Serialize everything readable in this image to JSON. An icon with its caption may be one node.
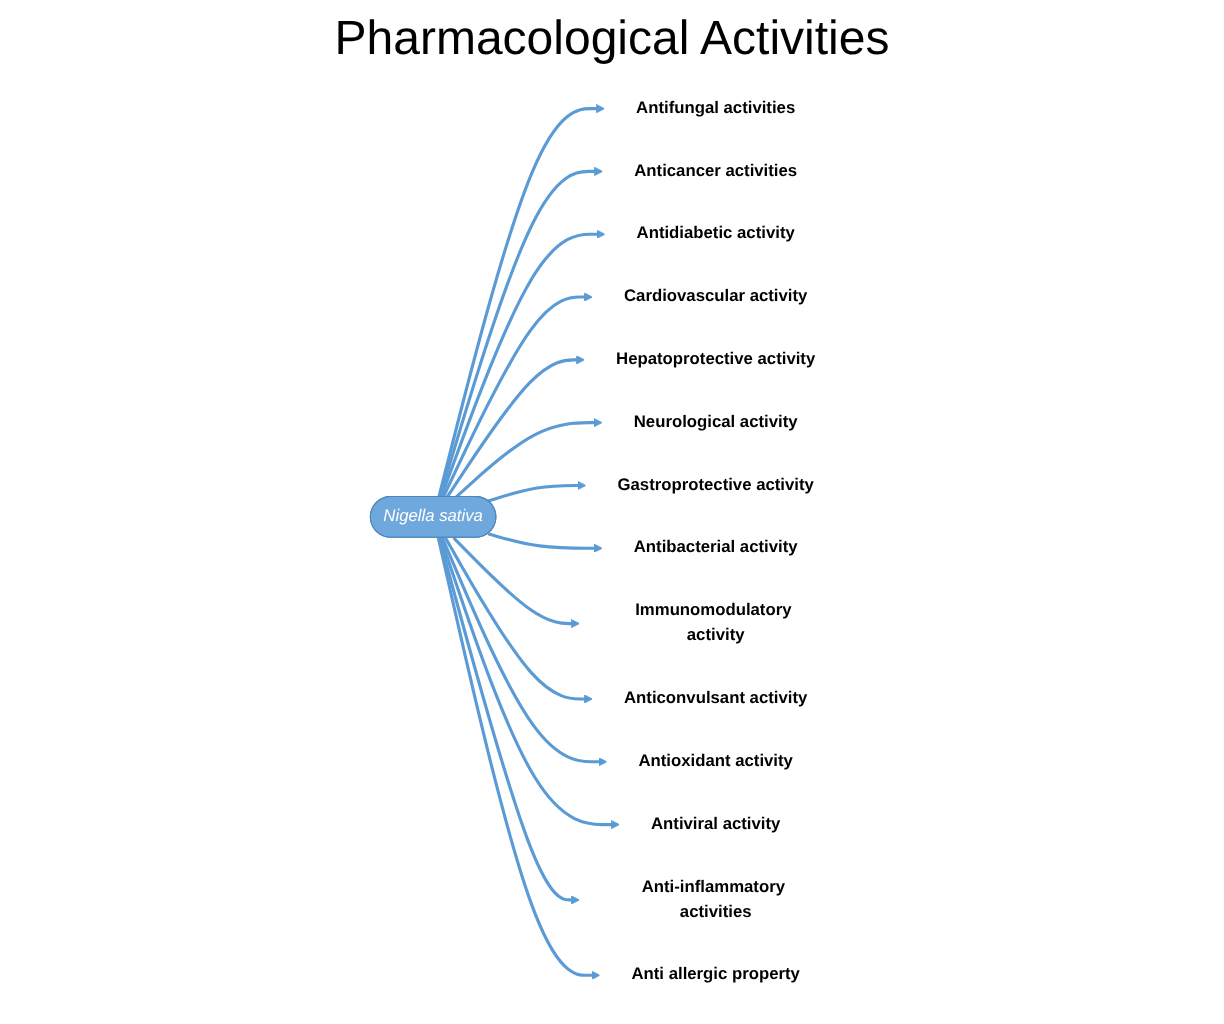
{
  "diagram": {
    "title": "Pharmacological Activities",
    "nodes": [
      {
        "text": [
          "Nigella sativa"
        ]
      },
      {
        "text": [
          "Antifungal activities"
        ]
      },
      {
        "text": [
          "Anticancer activities"
        ]
      },
      {
        "text": [
          "Antidiabetic activity"
        ]
      },
      {
        "text": [
          "Cardiovascular activity"
        ]
      },
      {
        "text": [
          "Hepatoprotective activity"
        ]
      },
      {
        "text": [
          "Neurological activity"
        ]
      },
      {
        "text": [
          "Gastroprotective activity"
        ]
      },
      {
        "text": [
          "Antibacterial activity"
        ]
      },
      {
        "text": [
          "Immunomodulatory activity"
        ]
      },
      {
        "text": [
          "Anticonvulsant activity"
        ]
      },
      {
        "text": [
          "Antioxidant activity"
        ]
      },
      {
        "text": [
          "Antiviral activity"
        ]
      },
      {
        "text": [
          "Anti-inflammatory activities"
        ]
      },
      {
        "text": [
          "Anti allergic property"
        ]
      }
    ],
    "edges": [
      {
        "from": 0,
        "to": 1,
        "arrow": "to"
      },
      {
        "from": 0,
        "to": 2,
        "arrow": "to"
      },
      {
        "from": 0,
        "to": 3,
        "arrow": "to"
      },
      {
        "from": 0,
        "to": 4,
        "arrow": "to"
      },
      {
        "from": 0,
        "to": 5,
        "arrow": "to"
      },
      {
        "from": 0,
        "to": 6,
        "arrow": "to"
      },
      {
        "from": 0,
        "to": 7,
        "arrow": "to"
      },
      {
        "from": 0,
        "to": 8,
        "arrow": "to"
      },
      {
        "from": 0,
        "to": 9,
        "arrow": "to"
      },
      {
        "from": 0,
        "to": 10,
        "arrow": "to"
      },
      {
        "from": 0,
        "to": 11,
        "arrow": "to"
      },
      {
        "from": 0,
        "to": 12,
        "arrow": "to"
      },
      {
        "from": 0,
        "to": 13,
        "arrow": "to"
      },
      {
        "from": 0,
        "to": 14,
        "arrow": "to"
      }
    ]
  }
}
